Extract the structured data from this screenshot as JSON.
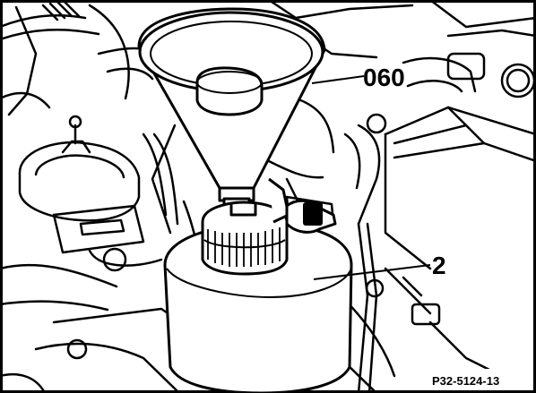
{
  "callouts": {
    "funnel_number": "060",
    "reservoir_number": "2"
  },
  "figure_reference": "P32-5124-13",
  "colors": {
    "ink": "#000000",
    "paper": "#ffffff"
  }
}
